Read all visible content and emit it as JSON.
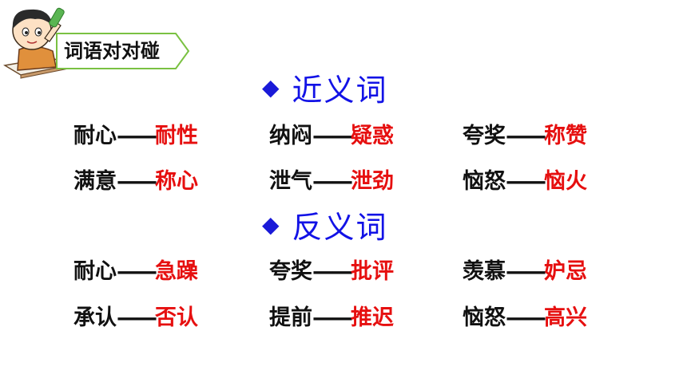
{
  "section_tag": {
    "label": "词语对对碰"
  },
  "synonyms": {
    "heading": "近义词",
    "rows": [
      [
        {
          "a": "耐心",
          "b": "耐性"
        },
        {
          "a": "纳闷",
          "b": "疑惑"
        },
        {
          "a": "夸奖",
          "b": "称赞"
        }
      ],
      [
        {
          "a": "满意",
          "b": "称心"
        },
        {
          "a": "泄气",
          "b": "泄劲"
        },
        {
          "a": "恼怒",
          "b": "恼火"
        }
      ]
    ]
  },
  "antonyms": {
    "heading": "反义词",
    "rows": [
      [
        {
          "a": "耐心",
          "b": "急躁"
        },
        {
          "a": "夸奖",
          "b": "批评"
        },
        {
          "a": "羡慕",
          "b": "妒忌"
        }
      ],
      [
        {
          "a": "承认",
          "b": "否认"
        },
        {
          "a": "提前",
          "b": "推迟"
        },
        {
          "a": "恼怒",
          "b": "高兴"
        }
      ]
    ]
  },
  "dash": "——",
  "colors": {
    "heading": "#1212e6",
    "answer": "#e60f0f",
    "tag_border": "#7ac142"
  }
}
